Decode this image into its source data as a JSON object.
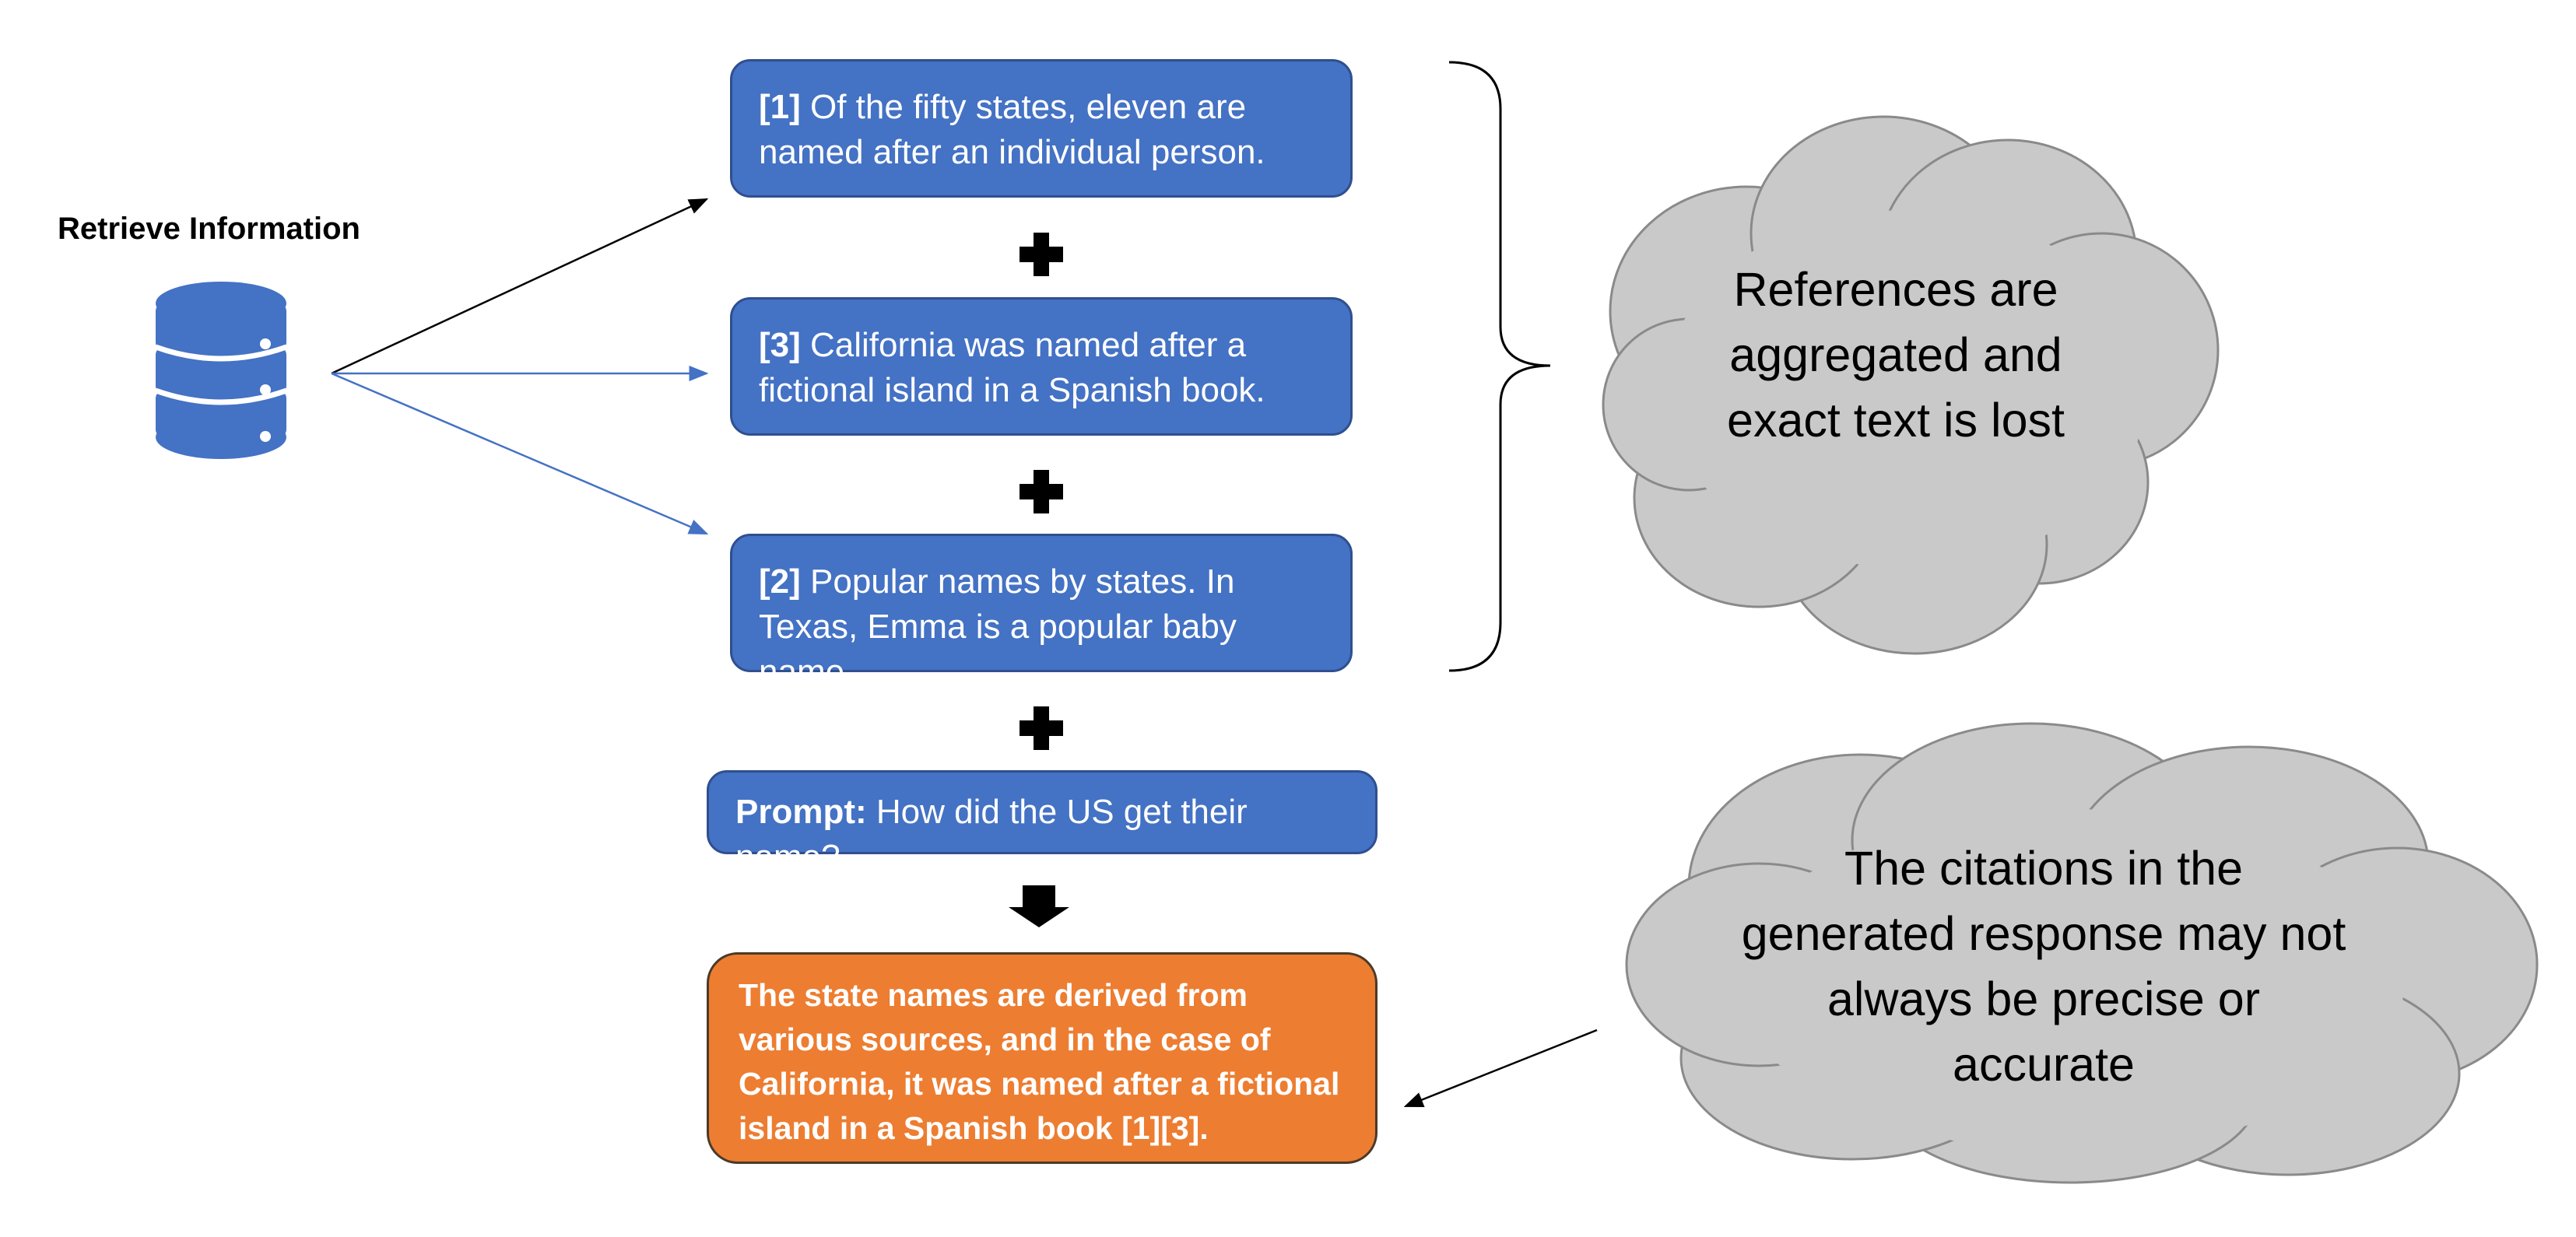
{
  "retrieve": {
    "title": "Retrieve Information",
    "icon": "database-icon"
  },
  "references": [
    {
      "tag": "[1]",
      "text": " Of the fifty states, eleven are named after an individual person."
    },
    {
      "tag": "[3]",
      "text": " California was named after a fictional island in a Spanish book."
    },
    {
      "tag": "[2]",
      "text": " Popular names by states. In Texas, Emma is a popular baby name."
    }
  ],
  "prompt": {
    "label": "Prompt:",
    "text": " How did the US get their name?"
  },
  "response": {
    "text": "The state names are derived from various sources, and in the case of California, it was named after a fictional island in a Spanish book [1][3]."
  },
  "clouds": {
    "top": "References are aggregated and exact text is lost",
    "bottom": "The citations in the generated response may not always be precise or accurate"
  },
  "colors": {
    "box_blue": "#4472c4",
    "box_orange": "#ed7d31",
    "cloud_gray": "#c9c9c9",
    "arrow_blue": "#4472c4"
  }
}
